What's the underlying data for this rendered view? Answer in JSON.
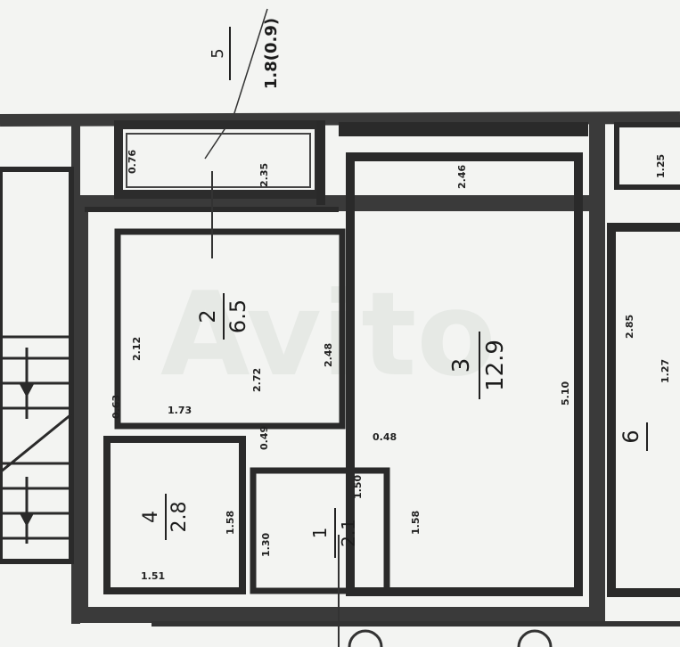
{
  "watermark": "Avito",
  "balcony": {
    "number": "5",
    "area": "1.8(0.9)"
  },
  "rooms": [
    {
      "number": "2",
      "area": "6.5"
    },
    {
      "number": "3",
      "area": "12.9"
    },
    {
      "number": "4",
      "area": "2.8"
    },
    {
      "number": "1",
      "area": "2.1"
    },
    {
      "number": "6",
      "area": ""
    }
  ],
  "dimensions": {
    "balcony_left": "0.76",
    "balcony_right": "2.35",
    "room3_top": "2.46",
    "room3_right": "5.10",
    "room2_right": "2.48",
    "room2_left": "2.12",
    "room2_mid": "2.72",
    "room2_bottom": "1.73",
    "room2_small": "0.49",
    "room2_side": "0.63",
    "room3_door": "0.48",
    "room4_right": "1.58",
    "room4_bottom": "1.51",
    "room1_top": "1.50",
    "room1_left": "1.30",
    "room1_right": "1.58",
    "neighbor_a": "2.85",
    "neighbor_b": "1.27",
    "neighbor_c": "1.25"
  }
}
